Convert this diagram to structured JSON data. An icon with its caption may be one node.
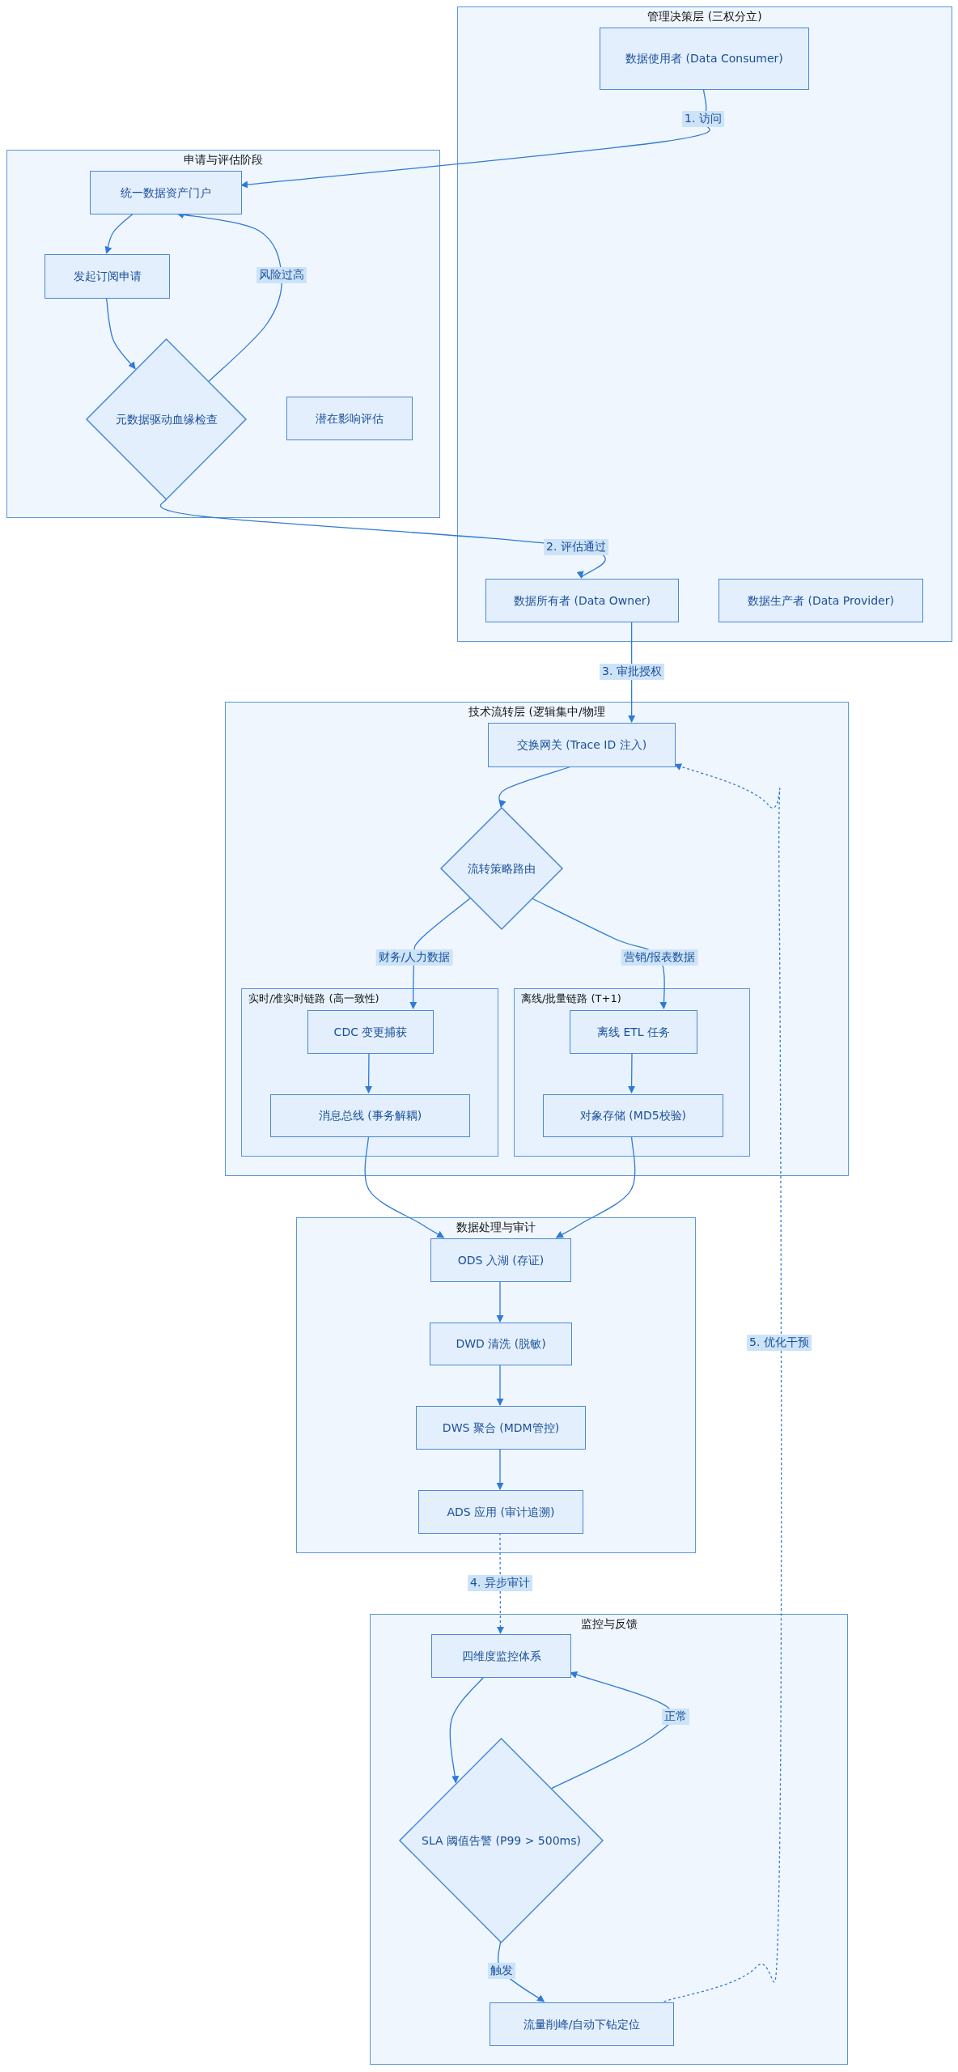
{
  "diagram": {
    "nodes": [
      {
        "text": [
          "管理决策层 (三权分立)"
        ]
      },
      {
        "text": [
          "数据使用者 (Data Consumer)"
        ],
        "in": 0
      },
      {
        "text": [
          "数据所有者 (Data Owner)"
        ],
        "in": 0
      },
      {
        "text": [
          "数据生产者 (Data Provider)"
        ],
        "in": 0
      },
      {
        "text": [
          "申请与评估阶段"
        ]
      },
      {
        "text": [
          "统一数据资产门户"
        ],
        "in": 4
      },
      {
        "text": [
          "发起订阅申请"
        ],
        "in": 4
      },
      {
        "text": [
          "元数据驱动血缘检查"
        ],
        "in": 4
      },
      {
        "text": [
          "潜在影响评估"
        ],
        "in": 4
      },
      {
        "text": [
          "技术流转层 (逻辑集中/物理"
        ]
      },
      {
        "text": [
          "交换网关 (Trace ID 注入)"
        ],
        "in": 9
      },
      {
        "text": [
          "流转策略路由"
        ],
        "in": 9
      },
      {
        "text": [
          "实时/准实时链路 (高一致性)"
        ],
        "in": 9
      },
      {
        "text": [
          "CDC 变更捕获"
        ],
        "in": 12
      },
      {
        "text": [
          "消息总线 (事务解耦)"
        ],
        "in": 12
      },
      {
        "text": [
          "离线/批量链路 (T+1)"
        ],
        "in": 9
      },
      {
        "text": [
          "离线 ETL 任务"
        ],
        "in": 15
      },
      {
        "text": [
          "对象存储 (MD5校验)"
        ],
        "in": 15
      },
      {
        "text": [
          "数据处理与审计"
        ]
      },
      {
        "text": [
          "ODS 入湖 (存证)"
        ],
        "in": 18
      },
      {
        "text": [
          "DWD 清洗 (脱敏)"
        ],
        "in": 18
      },
      {
        "text": [
          "DWS 聚合 (MDM管控)"
        ],
        "in": 18
      },
      {
        "text": [
          "ADS 应用 (审计追溯)"
        ],
        "in": 18
      },
      {
        "text": [
          "监控与反馈"
        ]
      },
      {
        "text": [
          "四维度监控体系"
        ],
        "in": 23
      },
      {
        "text": [
          "SLA 阈值告警 (P99 > 500ms)"
        ],
        "in": 23
      },
      {
        "text": [
          "流量削峰/自动下钻定位"
        ],
        "in": 23
      }
    ],
    "edges": [
      {
        "from": 1,
        "to": 5,
        "arrow": "to",
        "label": "1. 访问"
      },
      {
        "from": 5,
        "to": 6,
        "arrow": "to"
      },
      {
        "from": 6,
        "to": 7,
        "arrow": "to"
      },
      {
        "from": 7,
        "to": 5,
        "arrow": "to",
        "label": "风险过高"
      },
      {
        "from": 7,
        "to": 2,
        "arrow": "to",
        "label": "2. 评估通过"
      },
      {
        "from": 2,
        "to": 10,
        "arrow": "to",
        "label": "3. 审批授权"
      },
      {
        "from": 10,
        "to": 11,
        "arrow": "to"
      },
      {
        "from": 11,
        "to": 13,
        "arrow": "to",
        "label": "财务/人力数据"
      },
      {
        "from": 11,
        "to": 16,
        "arrow": "to",
        "label": "营销/报表数据"
      },
      {
        "from": 13,
        "to": 14,
        "arrow": "to"
      },
      {
        "from": 16,
        "to": 17,
        "arrow": "to"
      },
      {
        "from": 14,
        "to": 19,
        "arrow": "to"
      },
      {
        "from": 17,
        "to": 19,
        "arrow": "to"
      },
      {
        "from": 19,
        "to": 20,
        "arrow": "to"
      },
      {
        "from": 20,
        "to": 21,
        "arrow": "to"
      },
      {
        "from": 21,
        "to": 22,
        "arrow": "to"
      },
      {
        "from": 22,
        "to": 24,
        "arrow": "to",
        "label": "4. 异步审计",
        "style": "dashed"
      },
      {
        "from": 24,
        "to": 25,
        "arrow": "to"
      },
      {
        "from": 25,
        "to": 24,
        "arrow": "to",
        "label": "正常"
      },
      {
        "from": 25,
        "to": 26,
        "arrow": "to",
        "label": "触发"
      },
      {
        "from": 26,
        "to": 10,
        "arrow": "to",
        "label": "5. 优化干预",
        "style": "dashed"
      }
    ]
  }
}
